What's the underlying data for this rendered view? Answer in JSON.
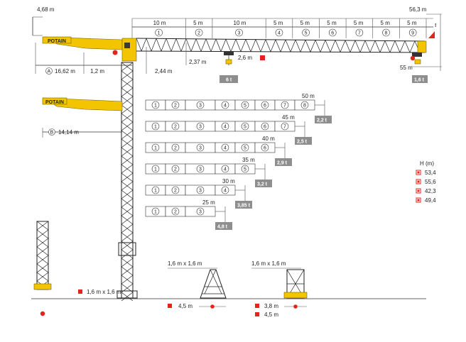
{
  "top": {
    "jib_segments": [
      {
        "num": "1",
        "len": "10 m"
      },
      {
        "num": "2",
        "len": "5 m"
      },
      {
        "num": "3",
        "len": "10 m"
      },
      {
        "num": "4",
        "len": "5 m"
      },
      {
        "num": "5",
        "len": "5 m"
      },
      {
        "num": "6",
        "len": "5 m"
      },
      {
        "num": "7",
        "len": "5 m"
      },
      {
        "num": "8",
        "len": "5 m"
      },
      {
        "num": "9",
        "len": "5 m"
      }
    ],
    "total_height_label": "56,3 m",
    "counter_height": "4,68 m",
    "counter_length_a_letter": "A",
    "counter_length_a": "16,62 m",
    "offset_1": "1,2 m",
    "offset_2": "2,44 m",
    "offset_3": "2,37 m",
    "trolley_dim": "2,6 m",
    "max_load": "6 t",
    "tip_radius": "55 m",
    "tip_load": "1,6 t",
    "brand": "POTAIN",
    "counter_length_b_letter": "B",
    "counter_length_b": "14,14 m"
  },
  "configs": [
    {
      "radius": "50 m",
      "segments": [
        "1",
        "2",
        "3",
        "4",
        "5",
        "6",
        "7",
        "8"
      ],
      "load": "2,2 t"
    },
    {
      "radius": "45 m",
      "segments": [
        "1",
        "2",
        "3",
        "4",
        "5",
        "6",
        "7"
      ],
      "load": "2,5 t"
    },
    {
      "radius": "40 m",
      "segments": [
        "1",
        "2",
        "3",
        "4",
        "5",
        "6"
      ],
      "load": "2,9 t"
    },
    {
      "radius": "35 m",
      "segments": [
        "1",
        "2",
        "3",
        "4",
        "5"
      ],
      "load": "3,2 t"
    },
    {
      "radius": "30 m",
      "segments": [
        "1",
        "2",
        "3",
        "4"
      ],
      "load": "3,85 t"
    },
    {
      "radius": "25 m",
      "segments": [
        "1",
        "2",
        "3"
      ],
      "load": "4,8 t"
    }
  ],
  "heights": {
    "title": "H (m)",
    "values": [
      "53,4",
      "55,6",
      "42,3",
      "49,4"
    ]
  },
  "mast_section": "1,6 m x 1,6 m",
  "base1": {
    "section": "1,6 m x 1,6 m",
    "dims": [
      "4,5 m"
    ]
  },
  "base2": {
    "section": "1,6 m x 1,6 m",
    "dims": [
      "3,8 m",
      "4,5 m"
    ]
  },
  "colors": {
    "yellow": "#f2c500",
    "red": "#e3241b",
    "gray": "#8e8e8e"
  }
}
